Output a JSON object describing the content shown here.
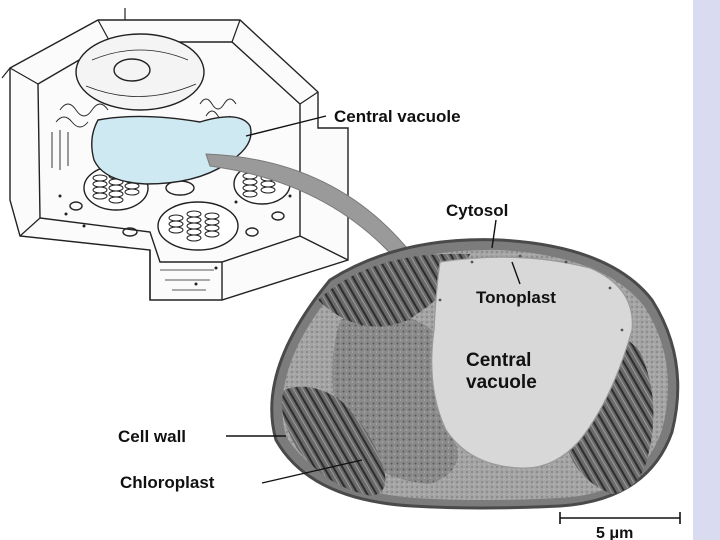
{
  "labels": {
    "central_vacuole_top": "Central vacuole",
    "cytosol": "Cytosol",
    "tonoplast": "Tonoplast",
    "central_vacuole_line1": "Central",
    "central_vacuole_line2": "vacuole",
    "cell_wall": "Cell wall",
    "chloroplast": "Chloroplast",
    "scale_bar": "5 μm"
  },
  "colors": {
    "vacuole_highlight": "#cfe9f2",
    "arrow_gray": "#9a9a9a",
    "micrograph_dark": "#6b6b6b",
    "micrograph_vacuole": "#d8d8d8",
    "sidebar": "#d9dcf0"
  }
}
